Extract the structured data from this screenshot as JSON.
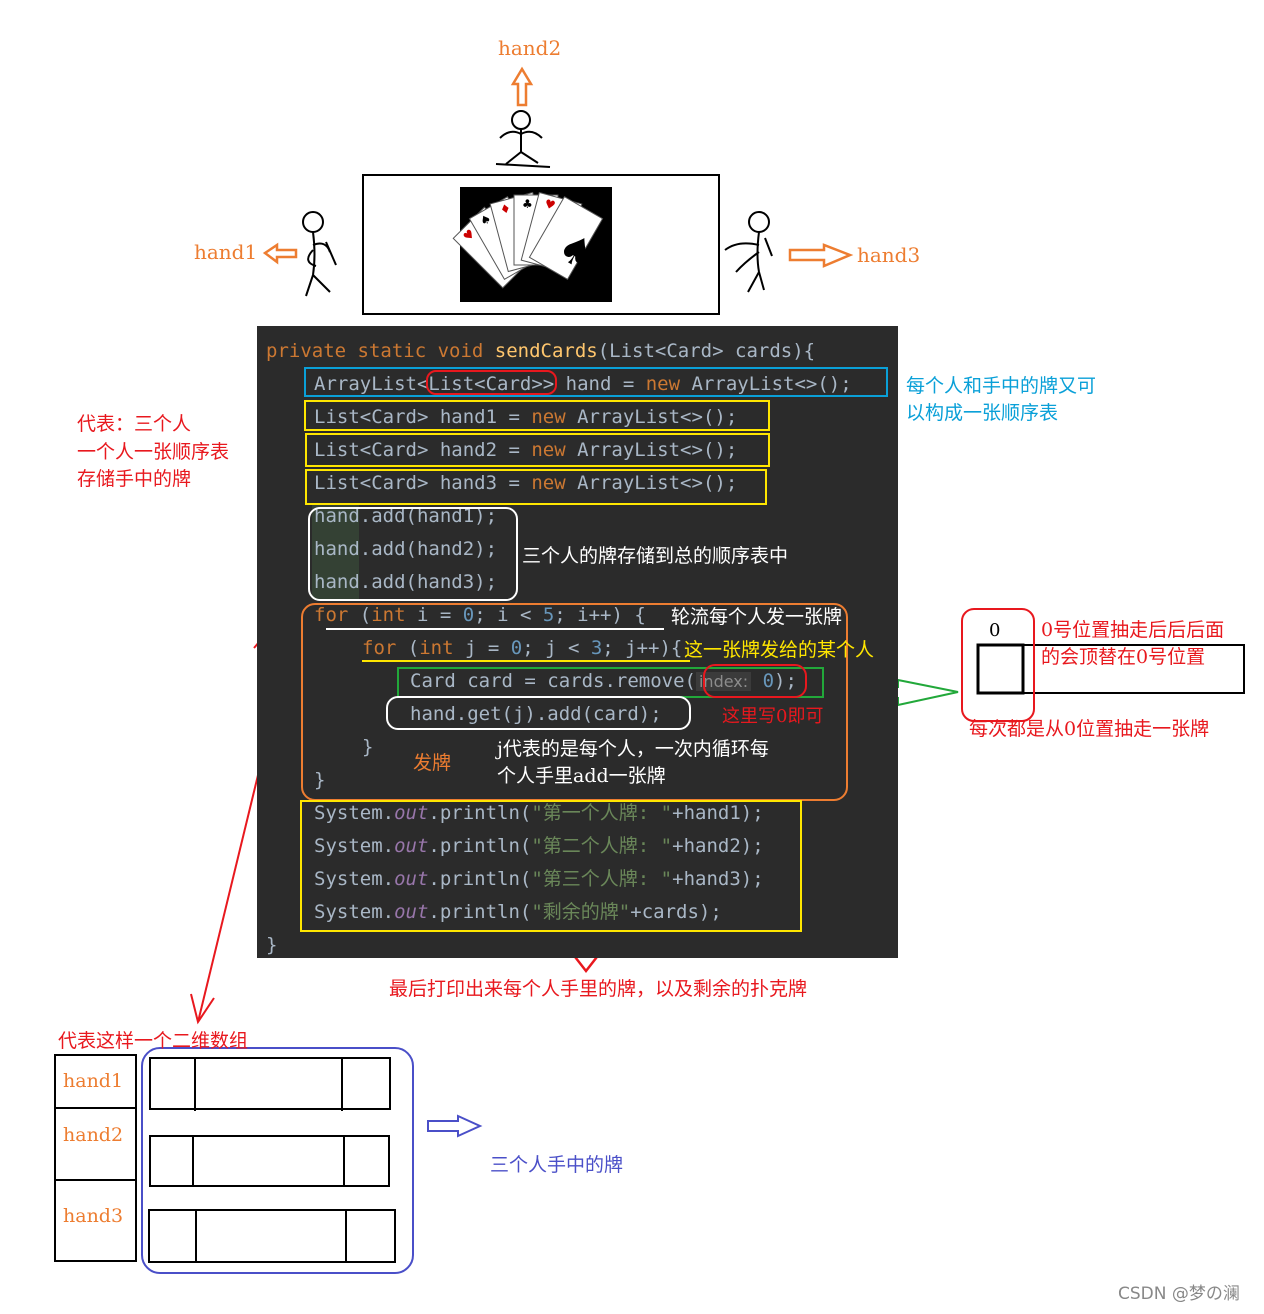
{
  "top_labels": {
    "hand1": "hand1",
    "hand2": "hand2",
    "hand3": "hand3"
  },
  "code": {
    "line1": {
      "kw": "private static void ",
      "fn": "sendCards",
      "rest": "(List<Card> cards){"
    },
    "line2": {
      "a": "ArrayList<List<Card>> hand = ",
      "kw": "new",
      "b": " ArrayList<>();"
    },
    "line3": {
      "a": "List<Card> hand1 = ",
      "kw": "new",
      "b": " ArrayList<>();"
    },
    "line4": {
      "a": "List<Card> hand2 = ",
      "kw": "new",
      "b": " ArrayList<>();"
    },
    "line5": {
      "a": "List<Card> hand3 = ",
      "kw": "new",
      "b": " ArrayList<>();"
    },
    "line6": "hand.add(hand1);",
    "line7": "hand.add(hand2);",
    "line8": "hand.add(hand3);",
    "line9": {
      "kw1": "for",
      "a": " (",
      "kw2": "int",
      "b": " i = ",
      "n1": "0",
      "c": "; i < ",
      "n2": "5",
      "d": "; i++) {"
    },
    "line10": {
      "kw1": "for",
      "a": " (",
      "kw2": "int",
      "b": " j = ",
      "n1": "0",
      "c": "; j < ",
      "n2": "3",
      "d": "; j++){"
    },
    "line11": {
      "a": "Card card = cards.remove(",
      "hint": "index:",
      "n": " 0",
      "b": ");"
    },
    "line12": "hand.get(j).add(card);",
    "line13": "}",
    "line14": "}",
    "line15": {
      "a": "System.",
      "fld": "out",
      "b": ".println(",
      "s": "\"第一个人牌: \"",
      "c": "+hand1);"
    },
    "line16": {
      "a": "System.",
      "fld": "out",
      "b": ".println(",
      "s": "\"第二个人牌: \"",
      "c": "+hand2);"
    },
    "line17": {
      "a": "System.",
      "fld": "out",
      "b": ".println(",
      "s": "\"第三个人牌: \"",
      "c": "+hand3);"
    },
    "line18": {
      "a": "System.",
      "fld": "out",
      "b": ".println(",
      "s": "\"剩余的牌\"",
      "c": "+cards);"
    },
    "line19": "}"
  },
  "annotations": {
    "blue_note_l1": "每个人和手中的牌又可",
    "blue_note_l2": "以构成一张顺序表",
    "red_note_l1": "代表：三个人",
    "red_note_l2": "一个人一张顺序表",
    "red_note_l3": "存储手中的牌",
    "white_note": "三个人的牌存储到总的顺序表中",
    "loop_note": "轮流每个人发一张牌",
    "inner_note": "这一张牌发给的某个人",
    "index_note": "这里写0即可",
    "j_note_l1": "j代表的是每个人，一次内循环每",
    "j_note_l2": "个人手里add一张牌",
    "deal_label": "发牌",
    "print_note": "最后打印出来每个人手里的牌，以及剩余的扑克牌",
    "pos0_label": "0",
    "pos0_note_l1": "0号位置抽走后后后面",
    "pos0_note_l2": "的会顶替在0号位置",
    "pos0_note_l3": "每次都是从0位置抽走一张牌",
    "array_note": "代表这样一个二维数组",
    "rows": [
      "hand1",
      "hand2",
      "hand3"
    ],
    "hands_note": "三个人手中的牌",
    "watermark": "CSDN @梦の澜"
  },
  "colors": {
    "code_bg": "#2b2b2b",
    "keyword": "#cc7832",
    "function": "#ffc66d",
    "number": "#6897bb",
    "string": "#6a8759",
    "field": "#9876aa",
    "orange": "#ed7d31",
    "red": "#e8181e",
    "blue": "#0aa0d8",
    "yellow": "#ffe600",
    "green": "#22a83a",
    "navy": "#4a4fc8"
  }
}
